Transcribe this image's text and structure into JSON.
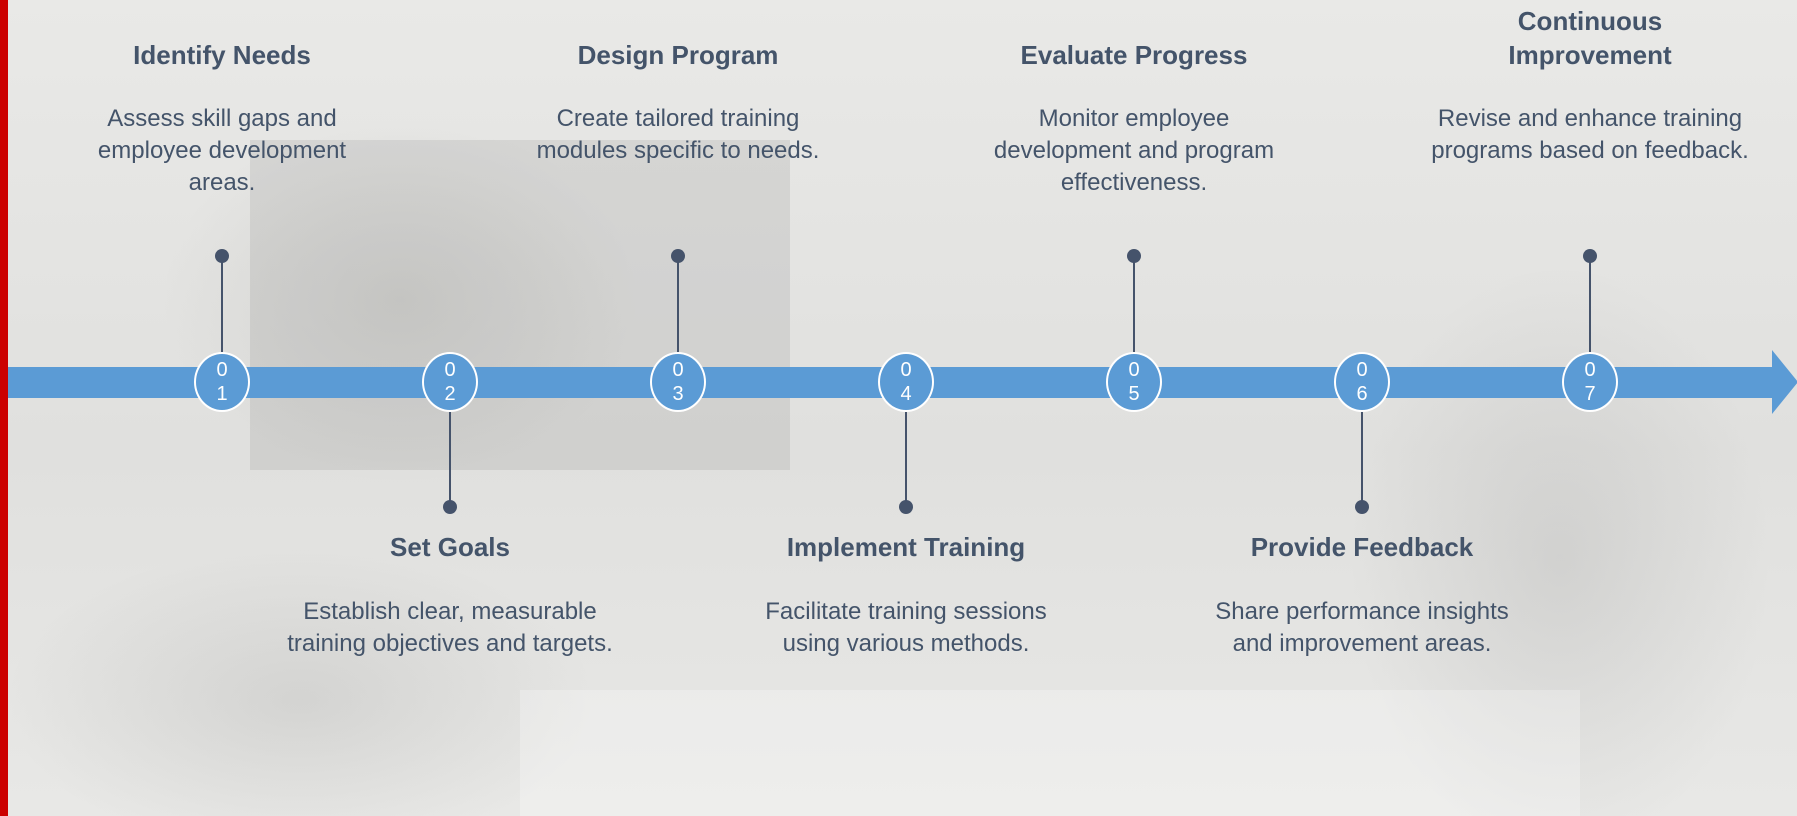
{
  "colors": {
    "accent": "#5b9bd5",
    "text": "#44546a",
    "connector": "#45536b",
    "left_bar": "#cc0000"
  },
  "steps": [
    {
      "num": "0\n1",
      "title": "Identify Needs",
      "desc": "Assess skill gaps and employee development areas.",
      "position": "above"
    },
    {
      "num": "0\n2",
      "title": "Set Goals",
      "desc": "Establish clear, measurable training objectives and targets.",
      "position": "below"
    },
    {
      "num": "0\n3",
      "title": "Design Program",
      "desc": "Create tailored training modules specific to needs.",
      "position": "above"
    },
    {
      "num": "0\n4",
      "title": "Implement Training",
      "desc": "Facilitate training sessions using various methods.",
      "position": "below"
    },
    {
      "num": "0\n5",
      "title": "Evaluate Progress",
      "desc": "Monitor employee development and program effectiveness.",
      "position": "above"
    },
    {
      "num": "0\n6",
      "title": "Provide Feedback",
      "desc": "Share performance insights and improvement areas.",
      "position": "below"
    },
    {
      "num": "0\n7",
      "title": "Continuous Improvement",
      "desc": "Revise and enhance training programs based on feedback.",
      "position": "above"
    }
  ]
}
